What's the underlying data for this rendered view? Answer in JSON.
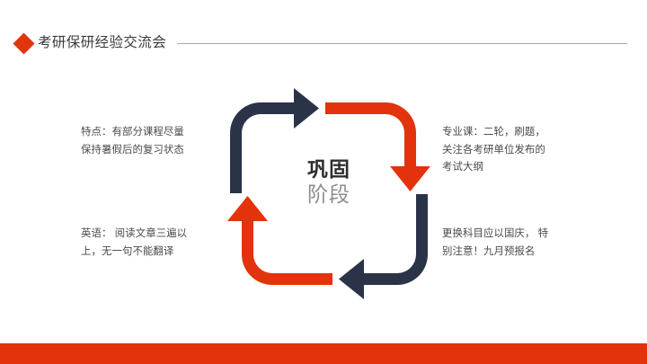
{
  "header": {
    "title": "考研保研经验交流会",
    "bullet_icon": "diamond-icon",
    "rule": ""
  },
  "diagram": {
    "center_main": "巩固",
    "center_sub": "阶段",
    "arrows": [
      {
        "id": "top-left",
        "direction": "right",
        "color": "#2b3348",
        "name": "cycle-arrow-top-left"
      },
      {
        "id": "top-right",
        "direction": "down",
        "color": "#e2330c",
        "name": "cycle-arrow-top-right"
      },
      {
        "id": "bottom-right",
        "direction": "left",
        "color": "#2b3348",
        "name": "cycle-arrow-bottom-right"
      },
      {
        "id": "bottom-left",
        "direction": "up",
        "color": "#e2330c",
        "name": "cycle-arrow-bottom-left"
      }
    ]
  },
  "captions": {
    "top_left": {
      "line1": "特点：有部分课程尽量",
      "line2": "保持暑假后的复习状态"
    },
    "bottom_left": {
      "line1": "英语： 阅读文章三遍以",
      "line2": "上，无一句不能翻译"
    },
    "top_right": {
      "line1": "专业课：二轮，刷题，",
      "line2": "关注各考研单位发布的",
      "line3": "考试大纲"
    },
    "bottom_right": {
      "line1": "更换科目应以国庆， 特",
      "line2": "别注意！九月预报名"
    }
  },
  "colors": {
    "accent_red": "#e2330c",
    "accent_navy": "#2b3348",
    "text_dark": "#3a3a3a",
    "text_body": "#4a4a4a",
    "text_muted": "#8d8d8d",
    "rule": "#a8a8a8"
  },
  "footer": {
    "bar_color": "#e2330c"
  }
}
